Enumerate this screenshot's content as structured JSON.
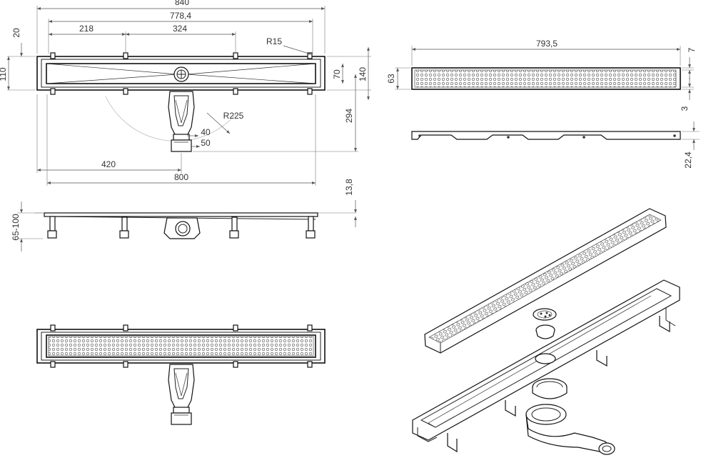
{
  "dimensions": {
    "top_width": "840",
    "inner_width": "778,4",
    "span_a": "218",
    "span_b": "324",
    "radius_corner": "R15",
    "height_left_1": "20",
    "height_left_2": "110",
    "height_right_1": "70",
    "height_right_2": "140",
    "depth_294": "294",
    "radius_arc": "R225",
    "outlet_40": "40",
    "outlet_50": "50",
    "offset_420": "420",
    "length_800": "800",
    "flange_13_8": "13,8",
    "height_range": "65-100",
    "grate_length": "793,5",
    "grate_height": "63",
    "grate_7": "7",
    "grate_3": "3",
    "grate_22_4": "22,4"
  },
  "colors": {
    "line": "#222222",
    "dimension": "#555555",
    "arc": "#bbbbbb",
    "background": "#ffffff"
  }
}
